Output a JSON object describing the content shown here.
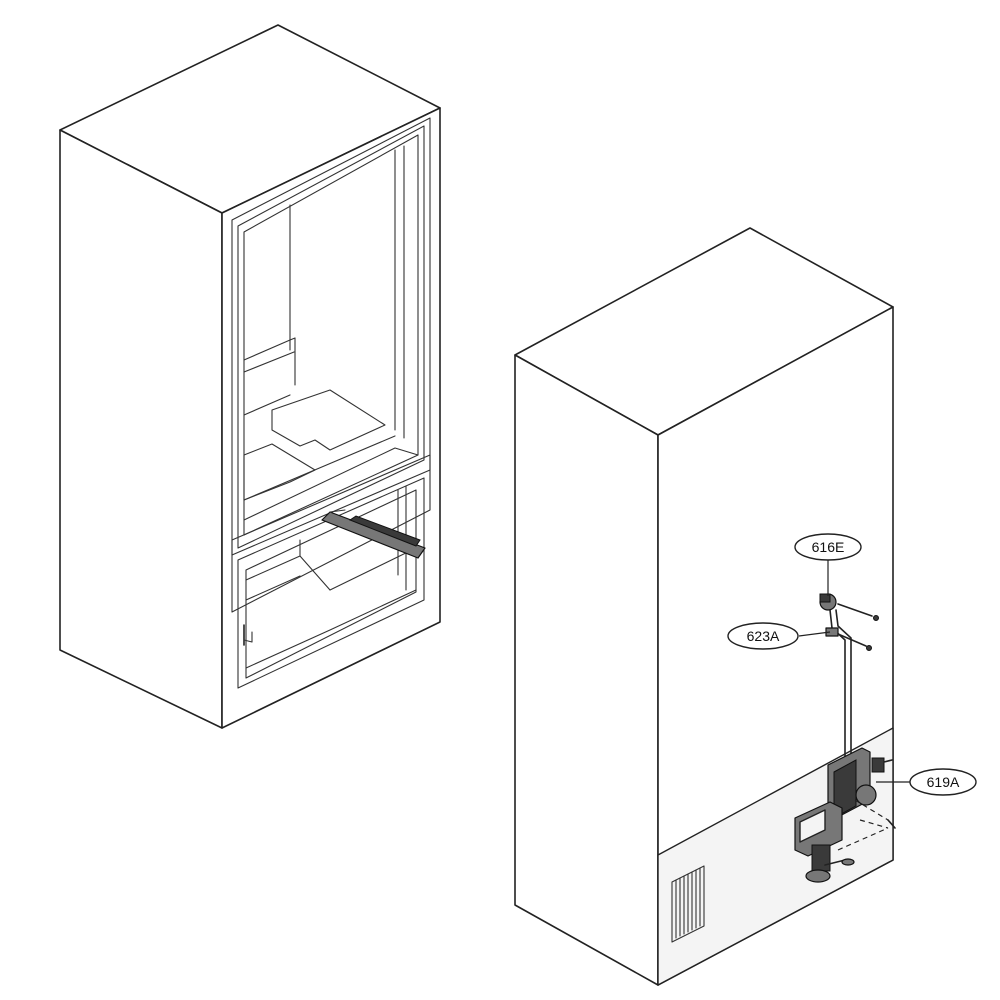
{
  "callouts": [
    {
      "id": "616E"
    },
    {
      "id": "623A"
    },
    {
      "id": "619A"
    }
  ]
}
